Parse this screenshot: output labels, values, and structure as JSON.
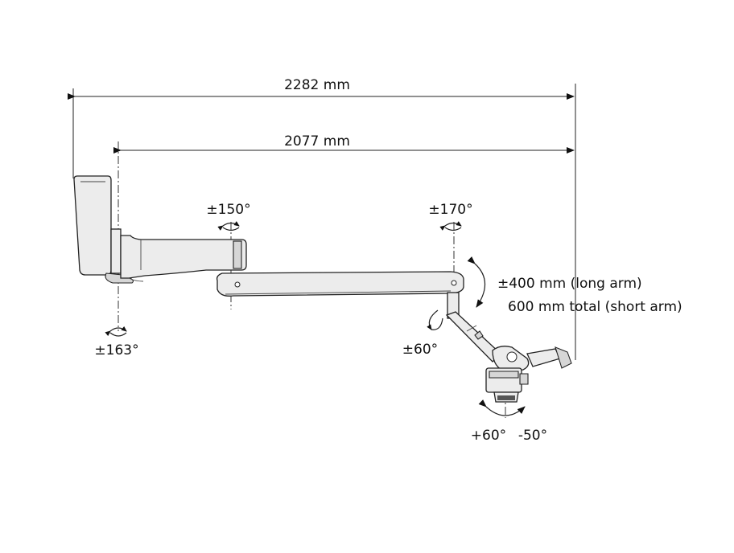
{
  "dimensions": {
    "overall_length": "2282 mm",
    "arm_length": "2077 mm"
  },
  "rotations": {
    "wall_mount": "±163°",
    "first_joint": "±150°",
    "second_joint": "±170°",
    "suspension": "±60°",
    "microscope_tilt_positive": "+60°",
    "microscope_tilt_negative": "-50°"
  },
  "vertical_travel": {
    "long_arm": "±400 mm (long arm)",
    "short_arm": "600 mm total (short arm)"
  }
}
